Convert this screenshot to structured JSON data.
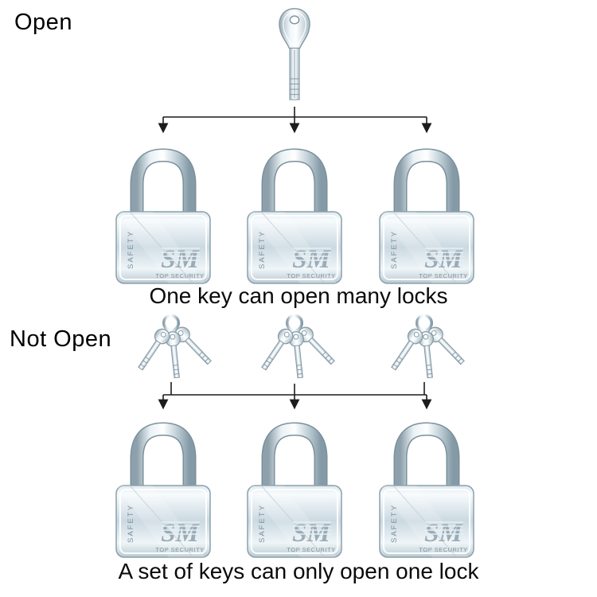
{
  "labels": {
    "open": "Open",
    "not_open": "Not Open"
  },
  "captions": {
    "top": "One key can open many locks",
    "bottom": "A set of keys can only open one lock"
  },
  "lock": {
    "safety": "SAFETY",
    "brand": "SM",
    "tagline": "TOP SECURITY"
  },
  "structure": {
    "top_locks": 3,
    "bottom_locks": 3,
    "key_bundles": 3,
    "keys_per_bundle": 3
  },
  "colors": {
    "background": "#ffffff",
    "text": "#000000",
    "arrow": "#1c1c1c",
    "chrome_highlight": "#ffffff",
    "chrome_mid": "#c6d4dc",
    "chrome_shadow": "#879aa5",
    "engraving": "#7e919c"
  }
}
